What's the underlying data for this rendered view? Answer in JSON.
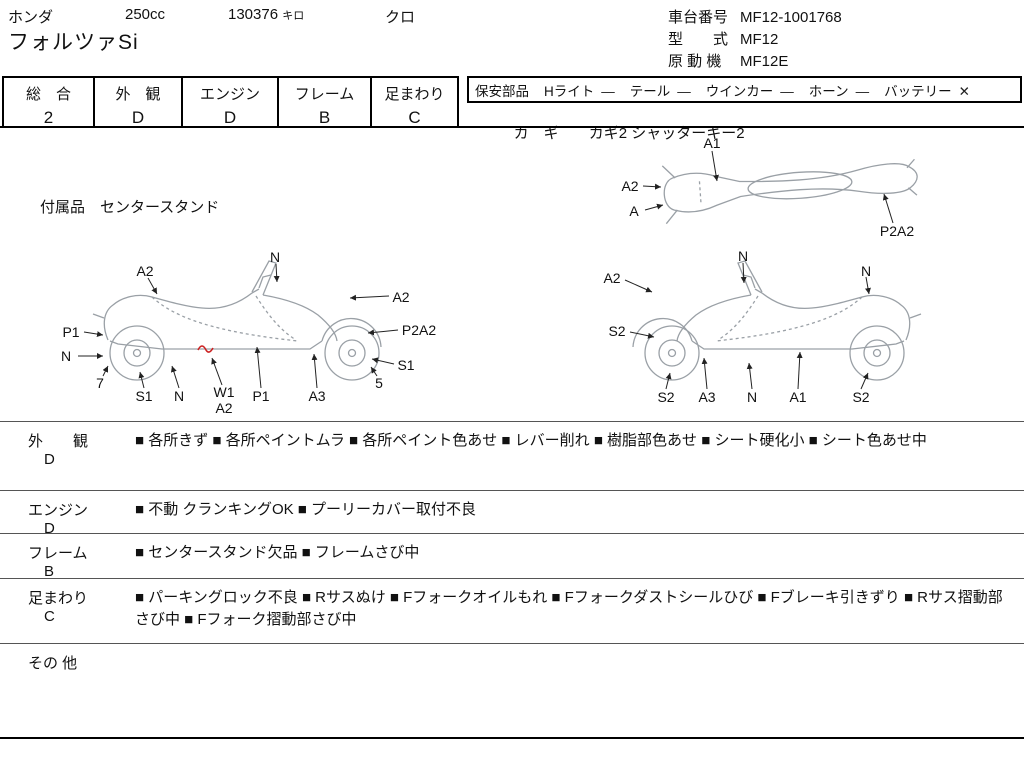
{
  "header": {
    "maker": "ホンダ",
    "displacement": "250cc",
    "mileage": "130376",
    "mileage_unit": "キロ",
    "color": "クロ",
    "model_name": "フォルツァSi",
    "chassis_label": "車台番号",
    "chassis_value": "MF12-1001768",
    "model_code_label": "型　　式",
    "model_code_value": "MF12",
    "engine_label": "原 動 機",
    "engine_value": "MF12E"
  },
  "grades": [
    {
      "label": "総　合",
      "value": "2"
    },
    {
      "label": "外　観",
      "value": "D"
    },
    {
      "label": "エンジン",
      "value": "D"
    },
    {
      "label": "フレーム",
      "value": "B"
    },
    {
      "label": "足まわり",
      "value": "C"
    }
  ],
  "safety": {
    "title": "保安部品",
    "items": [
      {
        "label": "Hライト",
        "value": "—"
      },
      {
        "label": "テール",
        "value": "—"
      },
      {
        "label": "ウインカー",
        "value": "—"
      },
      {
        "label": "ホーン",
        "value": "—"
      },
      {
        "label": "バッテリー",
        "value": "✕"
      }
    ],
    "keys_label": "カ　ギ",
    "keys_value": "カギ2 シャッターキー2"
  },
  "accessories": {
    "label": "付属品",
    "value": "センタースタンド"
  },
  "diagrams": {
    "top_view": {
      "labels": [
        "A1",
        "A2",
        "A",
        "P2A2"
      ]
    },
    "side_left": {
      "labels": [
        "A2",
        "N",
        "A2",
        "P1",
        "P2A2",
        "N",
        "S1",
        "7",
        "S1",
        "N",
        "W1",
        "A2",
        "P1",
        "A3",
        "5"
      ]
    },
    "side_right": {
      "labels": [
        "A2",
        "N",
        "N",
        "S2",
        "S2",
        "A3",
        "N",
        "A1",
        "S2"
      ]
    }
  },
  "bullet": "■",
  "conditions": [
    {
      "label": "外　　観",
      "grade": "D",
      "items": [
        "各所きず",
        "各所ペイントムラ",
        "各所ペイント色あせ",
        "レバー削れ",
        "樹脂部色あせ",
        "シート硬化小",
        "シート色あせ中"
      ]
    },
    {
      "label": "エンジン",
      "grade": "D",
      "items": [
        "不動 クランキングOK",
        "プーリーカバー取付不良"
      ]
    },
    {
      "label": "フレーム",
      "grade": "B",
      "items": [
        "センタースタンド欠品",
        "フレームさび中"
      ]
    },
    {
      "label": "足まわり",
      "grade": "C",
      "items": [
        "パーキングロック不良",
        "Rサスぬけ",
        "Fフォークオイルもれ",
        "Fフォークダストシールひび",
        "Fブレーキ引きずり",
        "Rサス摺動部さび中",
        "Fフォーク摺動部さび中"
      ]
    },
    {
      "label": "その 他",
      "grade": "",
      "items": []
    }
  ]
}
